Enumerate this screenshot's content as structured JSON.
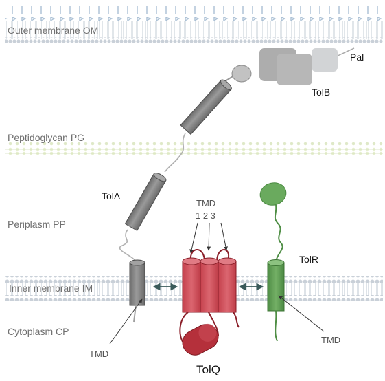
{
  "regions": {
    "outer_membrane": "Outer membrane OM",
    "peptidoglycan": "Peptidoglycan PG",
    "periplasm": "Periplasm PP",
    "inner_membrane": "Inner membrane IM",
    "cytoplasm": "Cytoplasm CP"
  },
  "proteins": {
    "pal": "Pal",
    "tolb": "TolB",
    "tola": "TolA",
    "tolr": "TolR",
    "tolq": "TolQ"
  },
  "tmd": {
    "title": "TMD",
    "numbers": "1 2 3",
    "tola_label": "TMD",
    "tolr_label": "TMD"
  },
  "colors": {
    "gray_protein": "#8c8c8c",
    "red_protein": "#d2545f",
    "green_protein": "#6aaa5e",
    "membrane_head": "#c4ccd4",
    "lipopoly": "#9fb8cf",
    "peptidoglycan": "#dfe9c8"
  }
}
